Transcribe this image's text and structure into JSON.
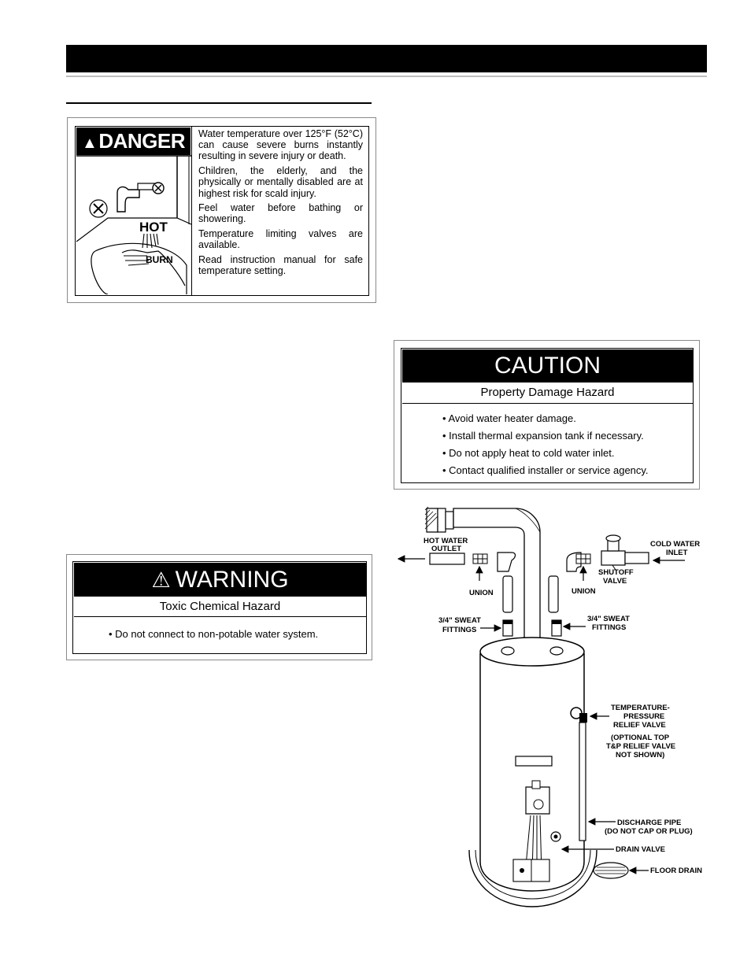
{
  "danger": {
    "heading": "DANGER",
    "lines": [
      "Water temperature over 125°F (52°C) can cause severe burns instantly resulting in severe injury or death.",
      "Children, the elderly, and the physically or mentally disabled are at highest risk for scald injury.",
      "Feel water before bathing or showering.",
      "Temperature limiting valves are available.",
      "Read instruction manual for safe temperature setting."
    ],
    "pic_hot": "HOT",
    "pic_burn": "BURN"
  },
  "caution": {
    "heading": "CAUTION",
    "subheading": "Property Damage Hazard",
    "items": [
      "• Avoid water heater damage.",
      "• Install thermal expansion tank if necessary.",
      "• Do not apply heat to cold water inlet.",
      "• Contact qualified installer or service agency."
    ]
  },
  "warning": {
    "heading": "WARNING",
    "subheading": "Toxic Chemical Hazard",
    "items": [
      "• Do not connect to non-potable water system."
    ]
  },
  "diagram": {
    "hot_water_outlet": [
      "HOT WATER",
      "OUTLET"
    ],
    "cold_water_inlet": [
      "COLD WATER",
      "INLET"
    ],
    "shutoff_valve": [
      "SHUTOFF",
      "VALVE"
    ],
    "union_left": "UNION",
    "union_right": "UNION",
    "sweat_left": [
      "3/4\" SWEAT",
      "FITTINGS"
    ],
    "sweat_right": [
      "3/4\" SWEAT",
      "FITTINGS"
    ],
    "tp_valve": [
      "TEMPERATURE-",
      "PRESSURE",
      "RELIEF VALVE"
    ],
    "tp_note": [
      "(OPTIONAL TOP",
      "T&P RELIEF VALVE",
      "NOT SHOWN)"
    ],
    "discharge_pipe": [
      "DISCHARGE PIPE",
      "(DO NOT CAP OR PLUG)"
    ],
    "drain_valve": "DRAIN VALVE",
    "floor_drain": "FLOOR DRAIN"
  }
}
